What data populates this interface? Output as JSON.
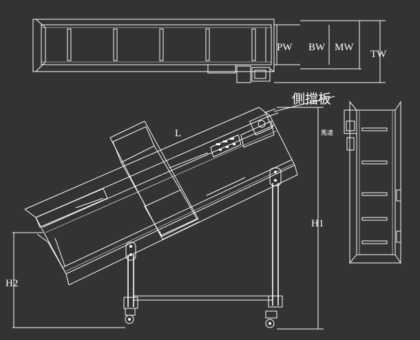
{
  "colors": {
    "background": "#333333",
    "line": "#ffffff"
  },
  "labels": {
    "pw": "PW",
    "bw": "BW",
    "mw": "MW",
    "tw": "TW",
    "length": "L",
    "side_guard": "側擋板",
    "h1": "H1",
    "h2": "H2",
    "motor_note": "馬達"
  }
}
